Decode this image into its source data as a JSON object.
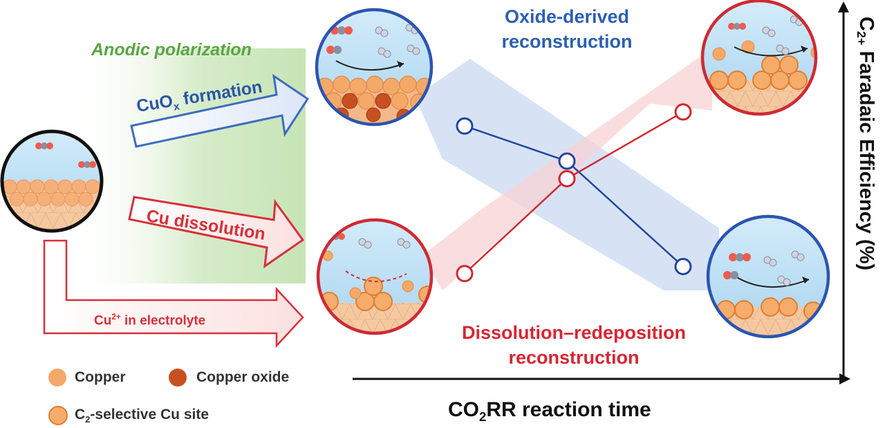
{
  "labels": {
    "anodic_polarization": "Anodic polarization",
    "cuox_pre": "CuO",
    "cuox_sub": "x",
    "cuox_post": " formation",
    "cu_dissolution": "Cu dissolution",
    "cu2_pre": "Cu",
    "cu2_sup": "2+",
    "cu2_post": " in electrolyte",
    "oxide_line1": "Oxide-derived",
    "oxide_line2": "reconstruction",
    "redep_line1": "Dissolution–redeposition",
    "redep_line2": "reconstruction",
    "xaxis_pre": "CO",
    "xaxis_sub": "2",
    "xaxis_post": "RR reaction time",
    "yaxis_pre": "C",
    "yaxis_sub": "2+",
    "yaxis_post": " Faradaic Efficiency (%)"
  },
  "legend": [
    {
      "label": "Copper",
      "color": "#f5a968"
    },
    {
      "label": "Copper oxide",
      "color": "#c75020"
    },
    {
      "label_pre": "C",
      "label_sub": "2",
      "label_post": "-selective Cu site",
      "color": "#f6ac6a"
    }
  ],
  "trends": {
    "oxide_derived": {
      "color": "#2346a0",
      "values": [
        0.72,
        0.62,
        0.32
      ]
    },
    "dissolution_redeposition": {
      "color": "#cf2a2f",
      "values": [
        0.3,
        0.57,
        0.76
      ]
    }
  },
  "colors": {
    "blue_ring": "#2b55b0",
    "red_ring": "#cf2a33",
    "water": "#b9ddf3",
    "copper": "#f5a968",
    "oxide": "#c75020",
    "green_panel": "#cfe9c2"
  }
}
